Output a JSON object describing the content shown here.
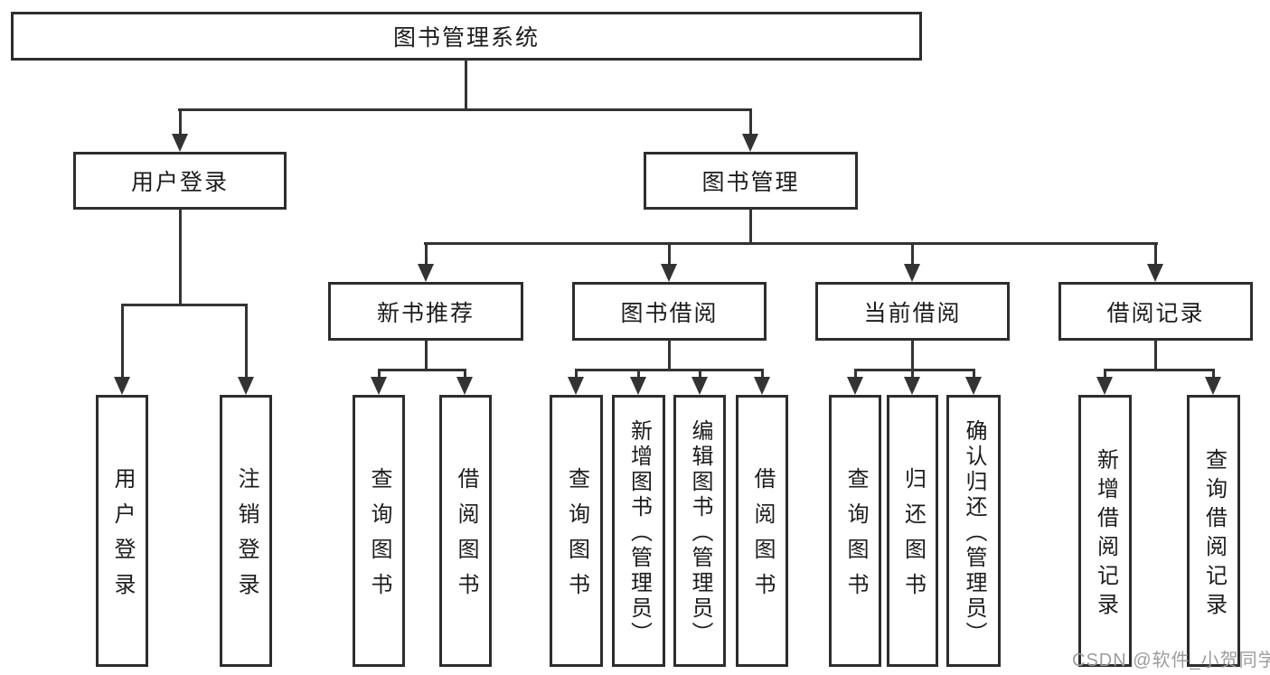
{
  "diagram": {
    "root": {
      "label": "图书管理系统"
    },
    "branches": [
      {
        "label": "用户登录",
        "children": [
          {
            "label": "用户登录"
          },
          {
            "label": "注销登录"
          }
        ]
      },
      {
        "label": "图书管理",
        "children": [
          {
            "label": "新书推荐",
            "children": [
              {
                "label": "查询图书"
              },
              {
                "label": "借阅图书"
              }
            ]
          },
          {
            "label": "图书借阅",
            "children": [
              {
                "label": "查询图书"
              },
              {
                "label": "新增图书（管理员）"
              },
              {
                "label": "编辑图书（管理员）"
              },
              {
                "label": "借阅图书"
              }
            ]
          },
          {
            "label": "当前借阅",
            "children": [
              {
                "label": "查询图书"
              },
              {
                "label": "归还图书"
              },
              {
                "label": "确认归还（管理员）"
              }
            ]
          },
          {
            "label": "借阅记录",
            "children": [
              {
                "label": "新增借阅记录"
              },
              {
                "label": "查询借阅记录"
              }
            ]
          }
        ]
      }
    ]
  },
  "watermark": {
    "text": "CSDN @软件_小贺同学"
  },
  "colors": {
    "line": "#333333",
    "box_border": "#2d2d2d",
    "box_background": "#ffffff",
    "text": "#1c1c1c",
    "watermark_text": "#9c9c9c"
  }
}
